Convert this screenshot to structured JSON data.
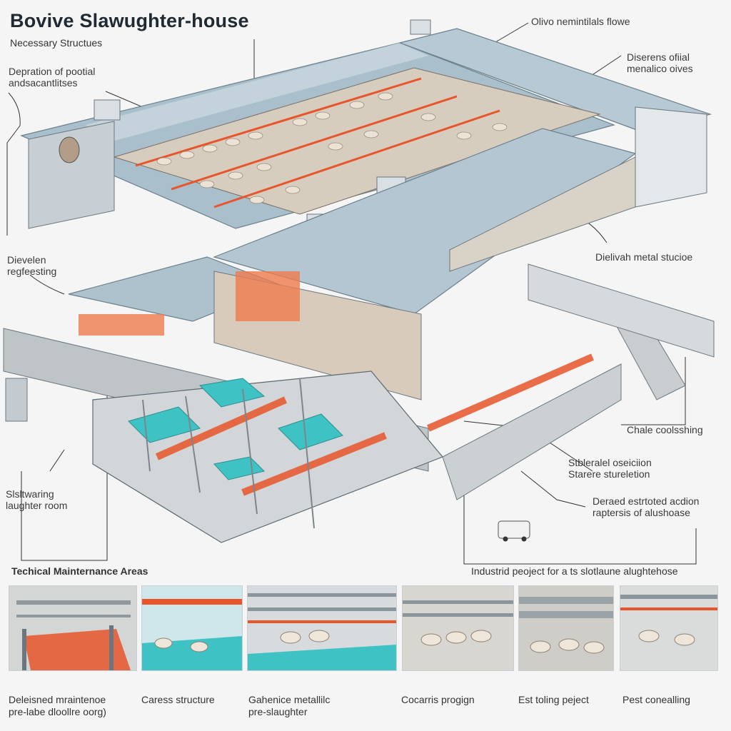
{
  "header": {
    "title": "Bovive Slawughter-house",
    "subtitle": "Necessary Structues"
  },
  "callouts": {
    "top_center": "Olivo nemintilals flowe",
    "top_right": [
      "Diserens ofiial",
      "menalico oives"
    ],
    "left_top": [
      "Depration of pootial",
      "andsacantlitses"
    ],
    "left_mid": [
      "Dievelen",
      "regfeesting"
    ],
    "right_mid": "Dielivah metal stucioe",
    "right_chale": "Chale coolsshing",
    "right_structure": [
      "Stbleralel oseiciion",
      "Starere stureletion"
    ],
    "right_detail": [
      "Deraed estrtoted acdion",
      "raptersis of alushoase"
    ],
    "left_bottom": [
      "Slsltwaring",
      "laughter room"
    ]
  },
  "sections": {
    "maintenance": "Techical Mainternance Areas",
    "industrial": "Industrid peoject for a ts slotlaune alughtehose"
  },
  "gallery": {
    "captions": [
      [
        "Deleisned mraintenoe",
        "pre-labe dloollre oorg)"
      ],
      [
        "Caress structure"
      ],
      [
        "Gahenice metallilc",
        "pre-slaughter"
      ],
      [
        "Cocarris progign"
      ],
      [
        "Est toling peject"
      ],
      [
        "Pest conealling"
      ]
    ]
  },
  "colors": {
    "accent": "#e8552b",
    "roof": "#9fb7c6",
    "water": "#3fc2c4",
    "concrete": "#c9cdcf"
  }
}
